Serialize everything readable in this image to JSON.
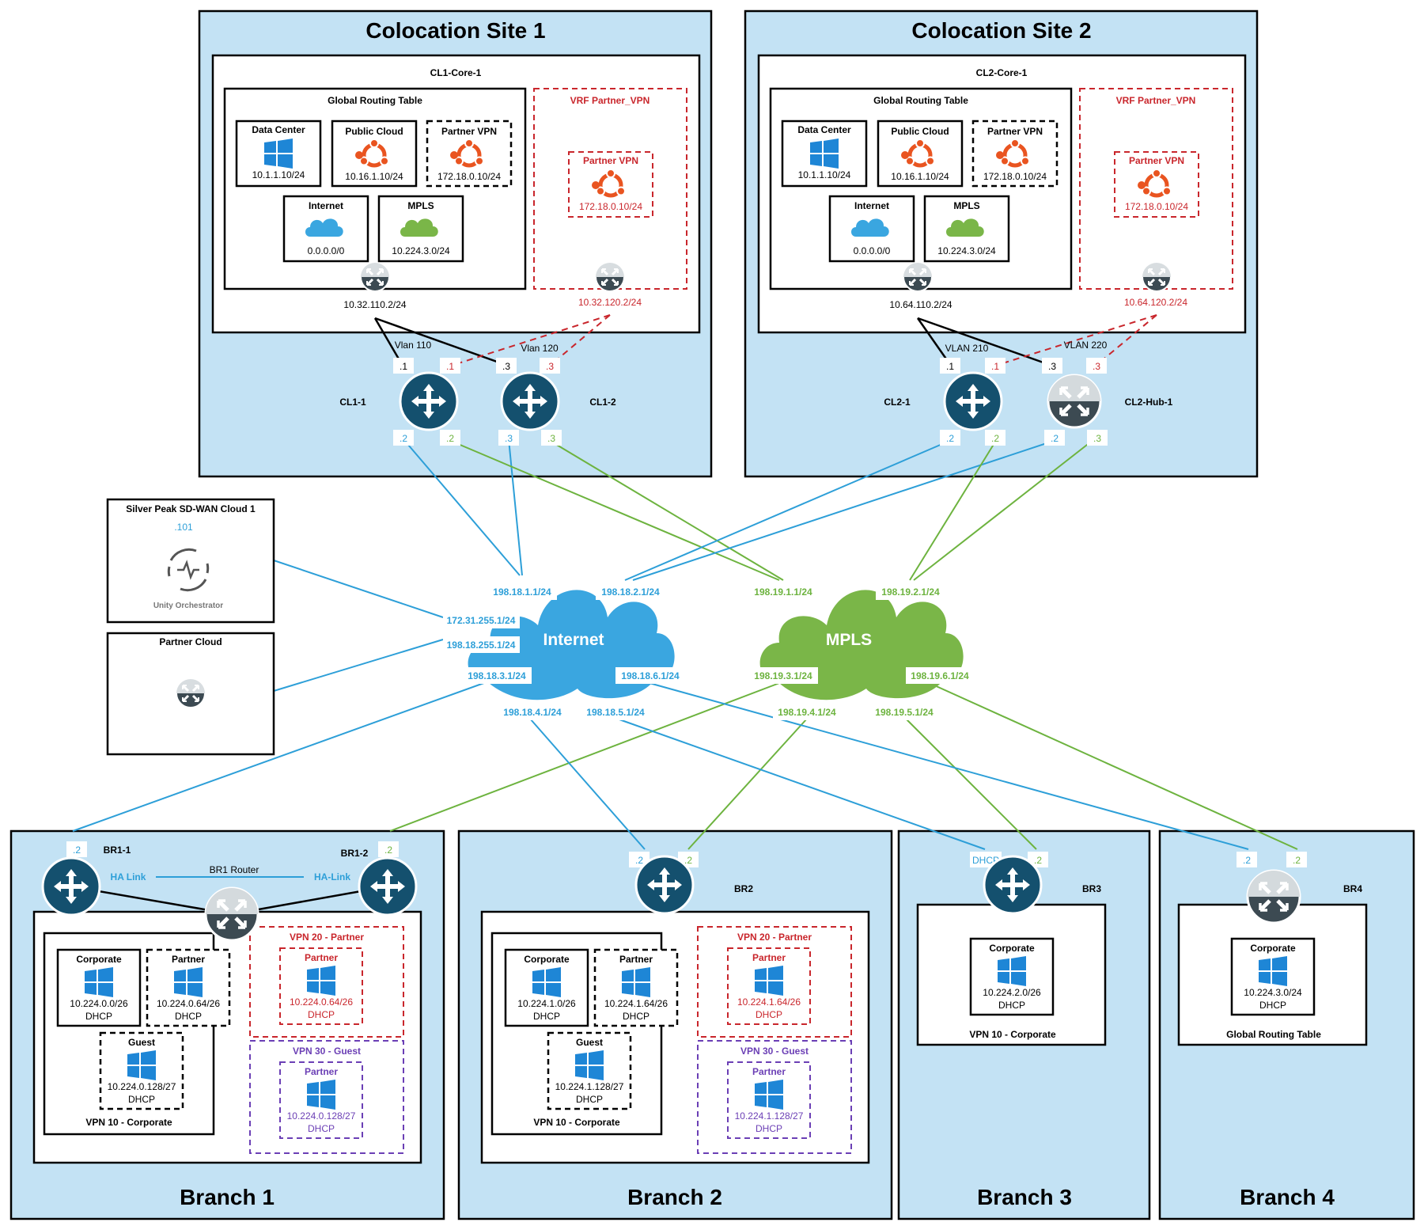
{
  "colors": {
    "site_bg": "#c3e2f4",
    "internet_blue": "#2d9fd8",
    "mpls_green": "#6db33f",
    "vrf_red": "#c9262c",
    "guest_purple": "#6b3fb5",
    "switch_navy": "#14506e"
  },
  "sites": {
    "site1": {
      "title": "Colocation Site 1",
      "core": "CL1-Core-1",
      "grt": "Global Routing Table",
      "vrf": "VRF Partner_VPN",
      "grt_ip": "10.32.110.2/24",
      "vrf_ip": "10.32.120.2/24",
      "vlan_a": "Vlan 110",
      "vlan_b": "Vlan 120",
      "dev_a": "CL1-1",
      "dev_b": "CL1-2",
      "items": [
        {
          "name": "Data Center",
          "ip": "10.1.1.10/24"
        },
        {
          "name": "Public Cloud",
          "ip": "10.16.1.10/24"
        },
        {
          "name": "Partner VPN",
          "ip": "172.18.0.10/24"
        },
        {
          "name": "Internet",
          "ip": "0.0.0.0/0"
        },
        {
          "name": "MPLS",
          "ip": "10.224.3.0/24"
        }
      ],
      "vrf_item": {
        "name": "Partner VPN",
        "ip": "172.18.0.10/24"
      },
      "tags_top": [
        ".1",
        ".1",
        ".3",
        ".3"
      ],
      "tags_bottom": [
        ".2",
        ".2",
        ".3",
        ".3"
      ]
    },
    "site2": {
      "title": "Colocation Site 2",
      "core": "CL2-Core-1",
      "grt": "Global Routing Table",
      "vrf": "VRF Partner_VPN",
      "grt_ip": "10.64.110.2/24",
      "vrf_ip": "10.64.120.2/24",
      "vlan_a": "VLAN 210",
      "vlan_b": "VLAN 220",
      "dev_a": "CL2-1",
      "dev_b": "CL2-Hub-1",
      "items": [
        {
          "name": "Data Center",
          "ip": "10.1.1.10/24"
        },
        {
          "name": "Public Cloud",
          "ip": "10.16.1.10/24"
        },
        {
          "name": "Partner VPN",
          "ip": "172.18.0.10/24"
        },
        {
          "name": "Internet",
          "ip": "0.0.0.0/0"
        },
        {
          "name": "MPLS",
          "ip": "10.224.3.0/24"
        }
      ],
      "vrf_item": {
        "name": "Partner VPN",
        "ip": "172.18.0.10/24"
      },
      "tags_top": [
        ".1",
        ".1",
        ".3",
        ".3"
      ],
      "tags_bottom": [
        ".2",
        ".2",
        ".2",
        ".3"
      ]
    }
  },
  "sdwan": {
    "title": "Silver Peak SD-WAN Cloud 1",
    "ip": ".101",
    "logo": "Unity Orchestrator"
  },
  "partner_cloud": {
    "title": "Partner Cloud"
  },
  "internet": {
    "label": "Internet",
    "ips": [
      "198.18.1.1/24",
      "198.18.2.1/24",
      "172.31.255.1/24",
      "198.18.255.1/24",
      "198.18.3.1/24",
      "198.18.6.1/24",
      "198.18.4.1/24",
      "198.18.5.1/24"
    ]
  },
  "mpls": {
    "label": "MPLS",
    "ips": [
      "198.19.1.1/24",
      "198.19.2.1/24",
      "198.19.3.1/24",
      "198.19.6.1/24",
      "198.19.4.1/24",
      "198.19.5.1/24"
    ]
  },
  "branches": {
    "b1": {
      "title": "Branch 1",
      "dev_a": "BR1-1",
      "dev_b": "BR1-2",
      "router": "BR1 Router",
      "ha_a": "HA Link",
      "ha_b": "HA-Link",
      "tag_a": ".2",
      "tag_b": ".2",
      "vpn10": "VPN 10 - Corporate",
      "vpn20": "VPN 20 - Partner",
      "vpn30": "VPN 30 - Guest",
      "corporate": {
        "name": "Corporate",
        "ip": "10.224.0.0/26",
        "dhcp": "DHCP"
      },
      "partner": {
        "name": "Partner",
        "ip": "10.224.0.64/26",
        "dhcp": "DHCP"
      },
      "guest": {
        "name": "Guest",
        "ip": "10.224.0.128/27",
        "dhcp": "DHCP"
      },
      "vpn20_item": {
        "name": "Partner",
        "ip": "10.224.0.64/26",
        "dhcp": "DHCP"
      },
      "vpn30_item": {
        "name": "Partner",
        "ip": "10.224.0.128/27",
        "dhcp": "DHCP"
      }
    },
    "b2": {
      "title": "Branch 2",
      "dev": "BR2",
      "tag_a": ".2",
      "tag_b": ".2",
      "vpn10": "VPN 10 - Corporate",
      "vpn20": "VPN 20 - Partner",
      "vpn30": "VPN 30 - Guest",
      "corporate": {
        "name": "Corporate",
        "ip": "10.224.1.0/26",
        "dhcp": "DHCP"
      },
      "partner": {
        "name": "Partner",
        "ip": "10.224.1.64/26",
        "dhcp": "DHCP"
      },
      "guest": {
        "name": "Guest",
        "ip": "10.224.1.128/27",
        "dhcp": "DHCP"
      },
      "vpn20_item": {
        "name": "Partner",
        "ip": "10.224.1.64/26",
        "dhcp": "DHCP"
      },
      "vpn30_item": {
        "name": "Partner",
        "ip": "10.224.1.128/27",
        "dhcp": "DHCP"
      }
    },
    "b3": {
      "title": "Branch 3",
      "dev": "BR3",
      "tag_a": "DHCP",
      "tag_b": ".2",
      "vpn": "VPN 10 - Corporate",
      "corporate": {
        "name": "Corporate",
        "ip": "10.224.2.0/26",
        "dhcp": "DHCP"
      }
    },
    "b4": {
      "title": "Branch 4",
      "dev": "BR4",
      "tag_a": ".2",
      "tag_b": ".2",
      "vpn": "Global Routing Table",
      "corporate": {
        "name": "Corporate",
        "ip": "10.224.3.0/24",
        "dhcp": "DHCP"
      }
    }
  }
}
